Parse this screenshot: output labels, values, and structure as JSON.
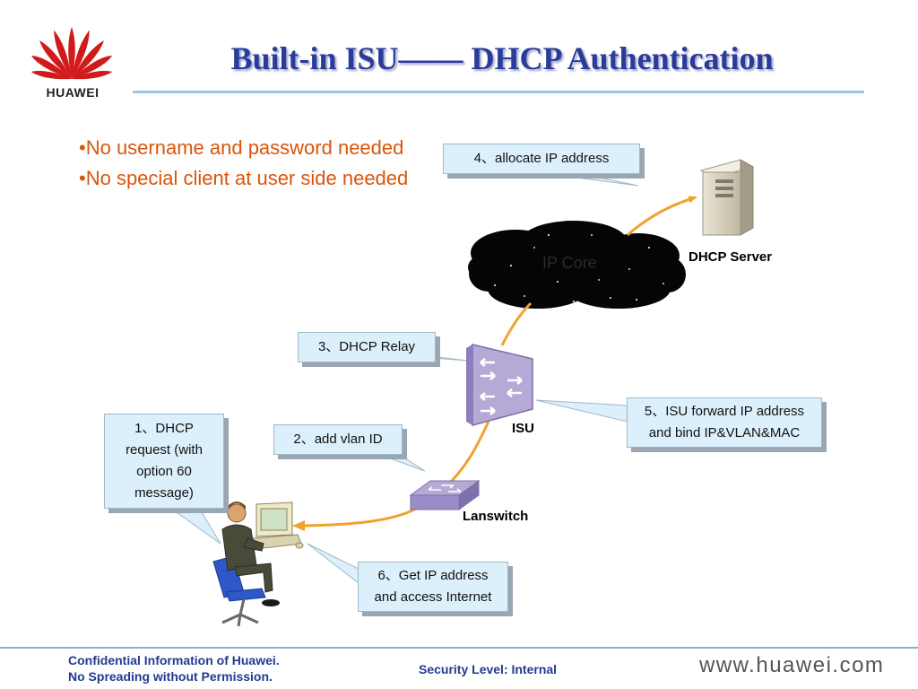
{
  "header": {
    "title": "Built-in ISU—— DHCP Authentication",
    "logo_text": "HUAWEI"
  },
  "bullets": [
    "•No username and password needed",
    "•No special client at user side needed"
  ],
  "diagram": {
    "cloud_label": "IP Core",
    "nodes": {
      "dhcp_server": "DHCP Server",
      "isu": "ISU",
      "lanswitch": "Lanswitch"
    },
    "callouts": {
      "step1": "1、DHCP request (with option 60 message)",
      "step2": "2、add vlan ID",
      "step3": "3、DHCP Relay",
      "step4": "4、allocate IP address",
      "step5": "5、ISU  forward IP address and bind  IP&VLAN&MAC",
      "step6": "6、Get IP address and access Internet"
    },
    "colors": {
      "flow_arrow": "#f0a22e",
      "callout_fill": "#dcf0fb",
      "isu_fill": "#b7a9d6"
    }
  },
  "footer": {
    "confidential_line1": "Confidential Information of Huawei.",
    "confidential_line2": "No Spreading without Permission.",
    "security_level": "Security Level: Internal",
    "website": "www.huawei.com"
  }
}
